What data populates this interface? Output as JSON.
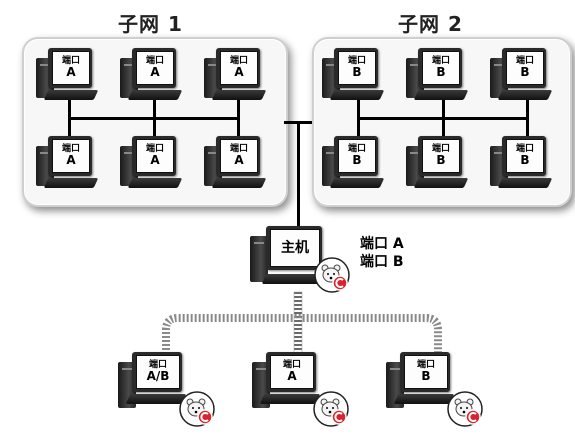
{
  "subnet1": {
    "title": "子网 1",
    "computers": [
      {
        "line1": "端口",
        "line2": "A"
      },
      {
        "line1": "端口",
        "line2": "A"
      },
      {
        "line1": "端口",
        "line2": "A"
      },
      {
        "line1": "端口",
        "line2": "A"
      },
      {
        "line1": "端口",
        "line2": "A"
      },
      {
        "line1": "端口",
        "line2": "A"
      }
    ]
  },
  "subnet2": {
    "title": "子网 2",
    "computers": [
      {
        "line1": "端口",
        "line2": "B"
      },
      {
        "line1": "端口",
        "line2": "B"
      },
      {
        "line1": "端口",
        "line2": "B"
      },
      {
        "line1": "端口",
        "line2": "B"
      },
      {
        "line1": "端口",
        "line2": "B"
      },
      {
        "line1": "端口",
        "line2": "B"
      }
    ]
  },
  "host": {
    "label": "主机",
    "ports": [
      "端口 A",
      "端口 B"
    ]
  },
  "clients": [
    {
      "line1": "端口",
      "line2": "A/B"
    },
    {
      "line1": "端口",
      "line2": "A"
    },
    {
      "line1": "端口",
      "line2": "B"
    }
  ],
  "colors": {
    "wire": "#000000",
    "badge_red": "#d9232f",
    "panel_bg": "#f7f7f7"
  },
  "icons": {
    "client_badge": "polar-bear-shield-icon"
  }
}
